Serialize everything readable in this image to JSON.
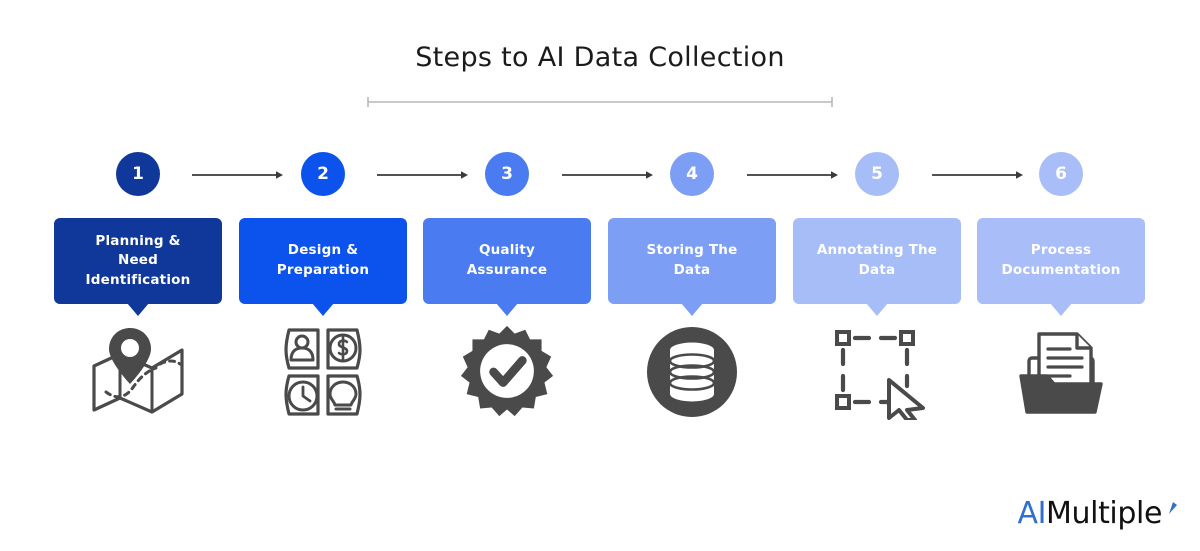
{
  "title": "Steps to AI Data Collection",
  "colors": {
    "step1": "#10389a",
    "step2": "#0c52ec",
    "step3": "#4a7bf0",
    "step4": "#7d9ef5",
    "step5": "#a7bdf7",
    "step6": "#a9bef8",
    "icon_dark": "#4a4a4a",
    "arrow": "#3a3a3a",
    "rule": "#b9b9b9",
    "logo_blue": "#2f6fd0",
    "logo_black": "#111111"
  },
  "steps": [
    {
      "number": "1",
      "label": "Planning &\nNeed\nIdentification",
      "label_lines": [
        "Planning &",
        "Need",
        "Identification"
      ],
      "color": "#10389a",
      "icon": "map-pin-icon"
    },
    {
      "number": "2",
      "label": "Design &\nPreparation",
      "label_lines": [
        "Design &",
        "Preparation"
      ],
      "color": "#0c52ec",
      "icon": "resource-quadrant-icon"
    },
    {
      "number": "3",
      "label": "Quality\nAssurance",
      "label_lines": [
        "Quality",
        "Assurance"
      ],
      "color": "#4a7bf0",
      "icon": "verified-badge-icon"
    },
    {
      "number": "4",
      "label": "Storing The\nData",
      "label_lines": [
        "Storing The",
        "Data"
      ],
      "color": "#7d9ef5",
      "icon": "database-icon"
    },
    {
      "number": "5",
      "label": "Annotating The\nData",
      "label_lines": [
        "Annotating The",
        "Data"
      ],
      "color": "#a7bdf7",
      "icon": "selection-cursor-icon"
    },
    {
      "number": "6",
      "label": "Process\nDocumentation",
      "label_lines": [
        "Process",
        "Documentation"
      ],
      "color": "#a9bef8",
      "icon": "folder-document-icon"
    }
  ],
  "logo": {
    "prefix": "AI",
    "suffix": "Multiple"
  }
}
